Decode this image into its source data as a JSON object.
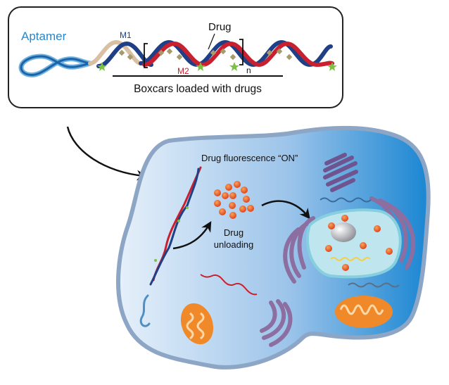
{
  "figure": {
    "top_panel": {
      "aptamer_label": "Aptamer",
      "m1_label": "M1",
      "m2_label": "M2",
      "drug_label": "Drug",
      "repeat_label": "n",
      "caption": "Boxcars loaded with drugs"
    },
    "cell_panel": {
      "fluorescence_label": "Drug fluorescence “ON”",
      "unloading_label_line1": "Drug",
      "unloading_label_line2": "unloading"
    },
    "colors": {
      "aptamer_blue": "#2a86c8",
      "strand_navy": "#1f3f86",
      "strand_red": "#c8202e",
      "strand_tan": "#d9bfa3",
      "drug_orange": "#e8491e",
      "star_green": "#7cc242",
      "cell_light": "#dbe9f7",
      "cell_dark": "#1e88d4",
      "membrane": "#8ea6c6",
      "golgi_purple": "#8c6ea0",
      "mito_orange": "#f0892a",
      "nucleus_fill": "#bfe6ee"
    }
  }
}
